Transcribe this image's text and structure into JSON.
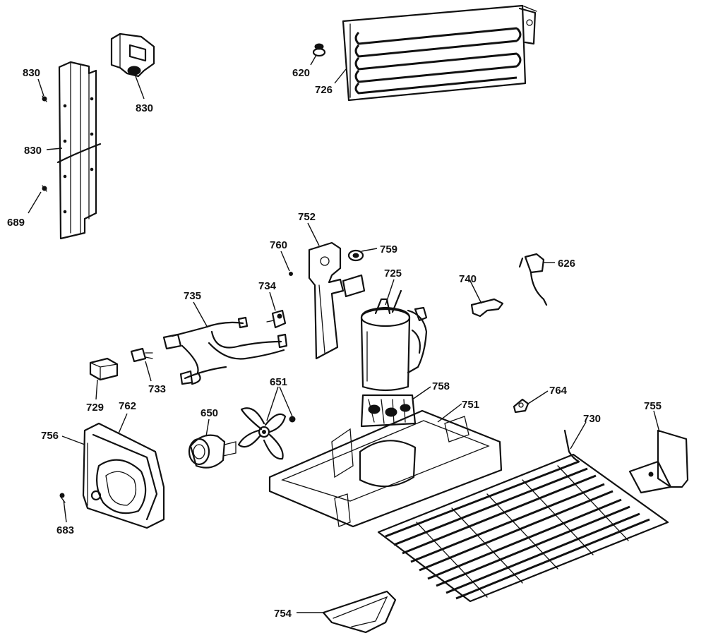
{
  "parts": [
    {
      "id": "p830a",
      "number": "830"
    },
    {
      "id": "p830b",
      "number": "830"
    },
    {
      "id": "p830c",
      "number": "830"
    },
    {
      "id": "p689",
      "number": "689"
    },
    {
      "id": "p620",
      "number": "620"
    },
    {
      "id": "p726",
      "number": "726"
    },
    {
      "id": "p752",
      "number": "752"
    },
    {
      "id": "p760",
      "number": "760"
    },
    {
      "id": "p759",
      "number": "759"
    },
    {
      "id": "p725",
      "number": "725"
    },
    {
      "id": "p740",
      "number": "740"
    },
    {
      "id": "p626",
      "number": "626"
    },
    {
      "id": "p734",
      "number": "734"
    },
    {
      "id": "p735",
      "number": "735"
    },
    {
      "id": "p733",
      "number": "733"
    },
    {
      "id": "p729",
      "number": "729"
    },
    {
      "id": "p762",
      "number": "762"
    },
    {
      "id": "p756",
      "number": "756"
    },
    {
      "id": "p683",
      "number": "683"
    },
    {
      "id": "p651",
      "number": "651"
    },
    {
      "id": "p650",
      "number": "650"
    },
    {
      "id": "p758",
      "number": "758"
    },
    {
      "id": "p751",
      "number": "751"
    },
    {
      "id": "p764",
      "number": "764"
    },
    {
      "id": "p730",
      "number": "730"
    },
    {
      "id": "p755",
      "number": "755"
    },
    {
      "id": "p754",
      "number": "754"
    }
  ]
}
